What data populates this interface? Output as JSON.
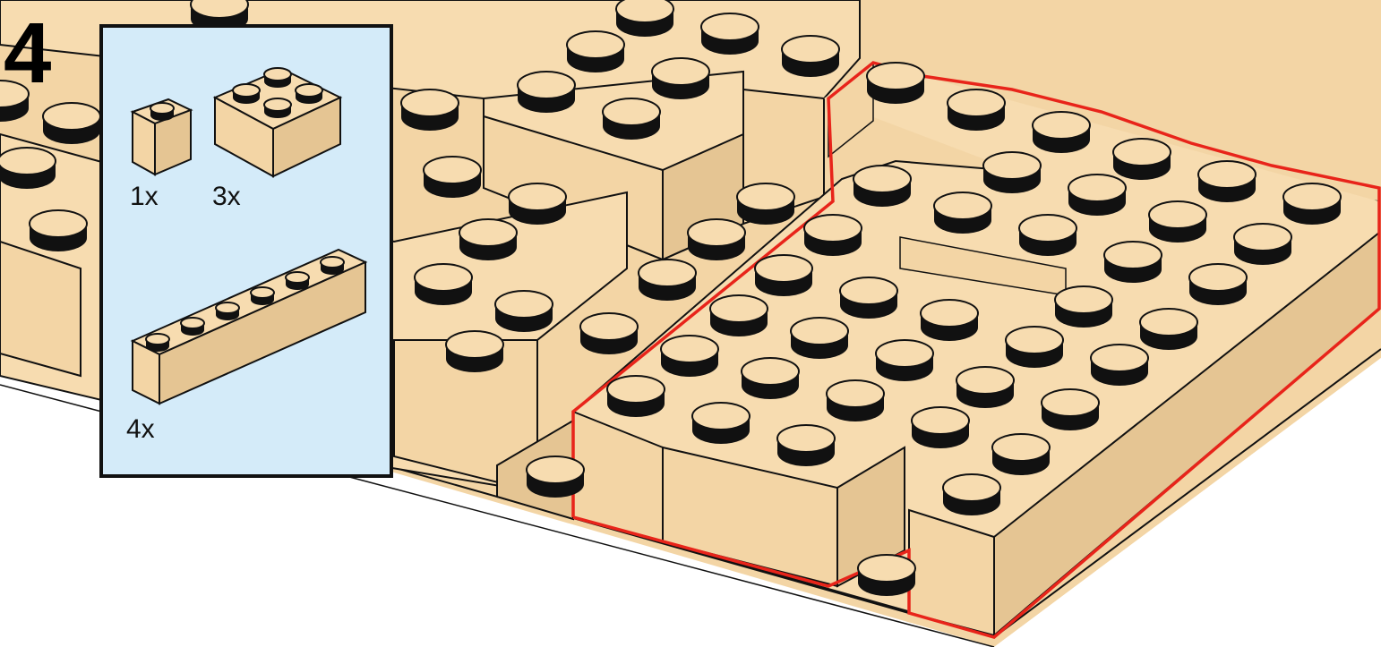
{
  "step": {
    "number": "4"
  },
  "parts": [
    {
      "name": "brick-1x1",
      "quantity": "1x"
    },
    {
      "name": "brick-2x2",
      "quantity": "3x"
    },
    {
      "name": "brick-1x6",
      "quantity": "4x"
    }
  ],
  "colors": {
    "brick_top": "#f7dcb0",
    "brick_side_light": "#f3d5a5",
    "brick_side_dark": "#e5c593",
    "outline": "#111111",
    "highlight": "#e8241a",
    "panel_background": "#d4ebf9"
  }
}
